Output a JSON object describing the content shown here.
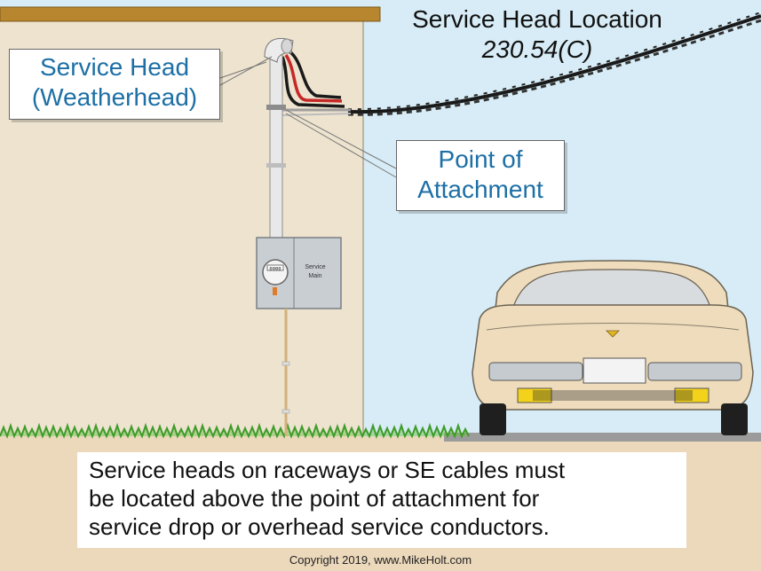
{
  "callouts": {
    "service_head": {
      "line1": "Service Head",
      "line2": "(Weatherhead)"
    },
    "point_of_attachment": {
      "line1": "Point of",
      "line2": "Attachment"
    }
  },
  "location": {
    "title": "Service Head Location",
    "code": "230.54(C)"
  },
  "meter": {
    "label_line1": "Service",
    "label_line2": "Main",
    "readout": "0000"
  },
  "caption": {
    "line1": "Service heads on raceways or SE cables must",
    "line2": "be located above the point of attachment for",
    "line3": "service drop or overhead service conductors."
  },
  "copyright": "Copyright 2019, www.MikeHolt.com",
  "colors": {
    "sky": "#d7ecf6",
    "wall": "#ede3cf",
    "roof": "#b8862e",
    "ground": "#ecd9bc",
    "grass": "#3f9b2a",
    "car": "#eedcbc",
    "callout_text": "#1d6fa5",
    "conductor_red": "#c62828"
  },
  "icons": [
    "weatherhead-icon",
    "meter-icon",
    "car-icon",
    "cable-icon"
  ]
}
